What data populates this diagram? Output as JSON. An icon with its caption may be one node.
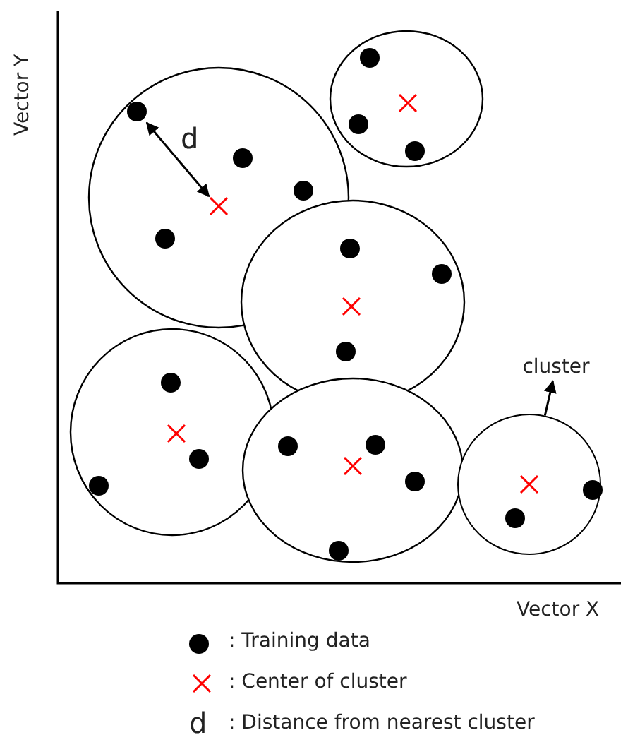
{
  "diagram": {
    "nodes": [
      {
        "text": [
          "cluster"
        ]
      },
      {
        "text": [],
        "shape": "circle"
      }
    ],
    "edges": [
      {
        "from": 1,
        "to": 0,
        "arrow": "to"
      }
    ],
    "labels": [
      "Vector Y",
      "d",
      "Vector X",
      "d"
    ],
    "legend": [
      {
        "text": ": Training data"
      },
      {
        "text": ": Center of cluster"
      },
      {
        "text": ": Distance from nearest cluster"
      }
    ]
  }
}
